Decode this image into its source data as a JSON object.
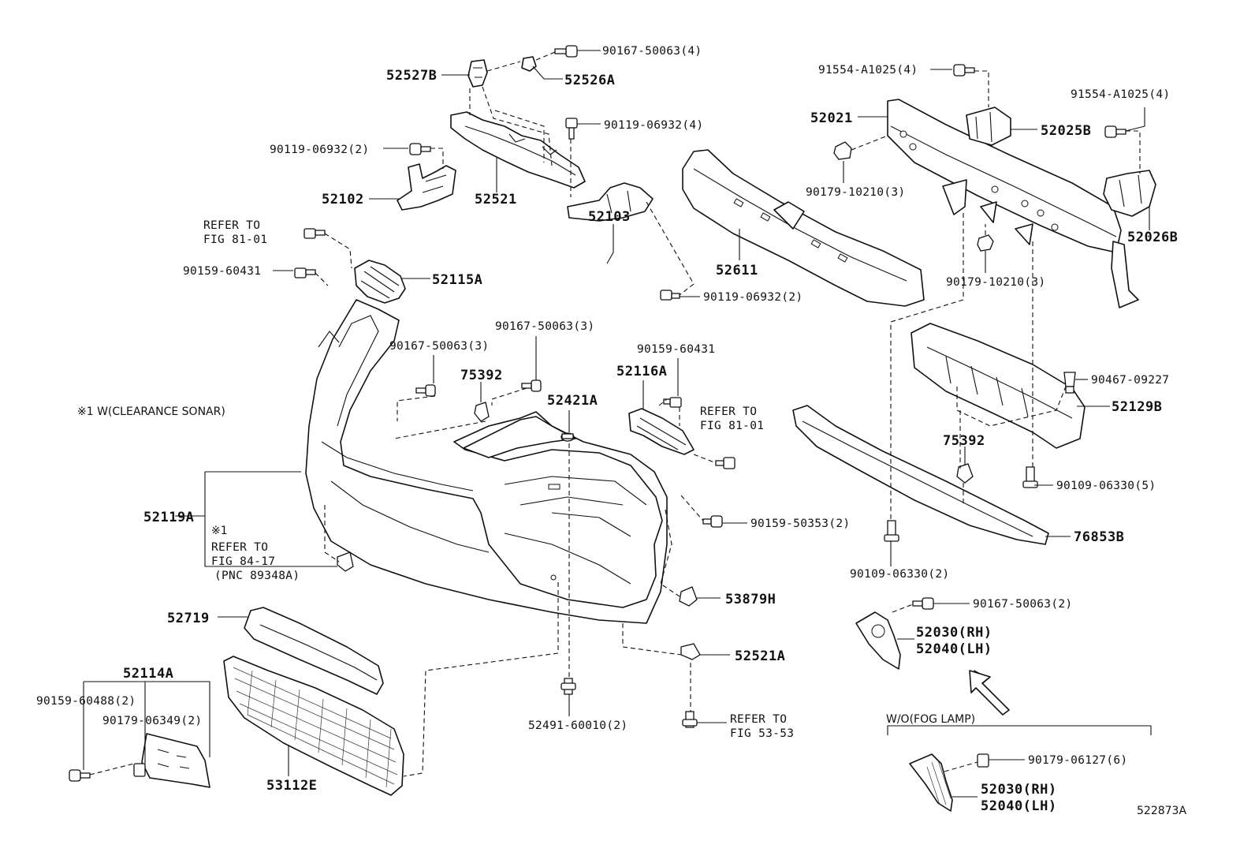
{
  "labels": {
    "p90167_50063_4": "90167-50063(4)",
    "p52527B": "52527B",
    "p52526A": "52526A",
    "p90119_06932_4": "90119-06932(4)",
    "p90119_06932_2a": "90119-06932(2)",
    "p52102": "52102",
    "p52521": "52521",
    "p52103": "52103",
    "p90119_06932_2b": "90119-06932(2)",
    "refer_81_01_a_l1": "REFER TO",
    "refer_81_01_a_l2": "FIG 81-01",
    "p90159_60431_a": "90159-60431",
    "p52115A": "52115A",
    "p91554_A1025_4a": "91554-A1025(4)",
    "p52021": "52021",
    "p52025B": "52025B",
    "p91554_A1025_4b": "91554-A1025(4)",
    "p90179_10210_3a": "90179-10210(3)",
    "p52611": "52611",
    "p52026B": "52026B",
    "p90179_10210_3b": "90179-10210(3)",
    "p90167_50063_3a": "90167-50063(3)",
    "p90167_50063_3b": "90167-50063(3)",
    "p75392a": "75392",
    "p52421A": "52421A",
    "p90159_60431_b": "90159-60431",
    "p52116A": "52116A",
    "refer_81_01_b_l1": "REFER TO",
    "refer_81_01_b_l2": "FIG 81-01",
    "p90467_09227": "90467-09227",
    "p52129B": "52129B",
    "note_sonar": "※1 W(CLEARANCE SONAR)",
    "p75392b": "75392",
    "p90109_06330_5": "90109-06330(5)",
    "p52119A": "52119A",
    "note_x1": "※1",
    "refer_84_17_l1": "REFER TO",
    "refer_84_17_l2": "FIG 84-17",
    "refer_84_17_l3": "(PNC 89348A)",
    "p90159_50353_2": "90159-50353(2)",
    "p76853B": "76853B",
    "p90109_06330_2": "90109-06330(2)",
    "p53879H": "53879H",
    "p52719": "52719",
    "p90167_50063_2": "90167-50063(2)",
    "p52030_rh_a": "52030(RH)",
    "p52040_lh_a": "52040(LH)",
    "p52114A": "52114A",
    "p52521A": "52521A",
    "p90159_60488_2": "90159-60488(2)",
    "p90179_06349_2": "90179-06349(2)",
    "p52491_60010_2": "52491-60010(2)",
    "refer_53_53_l1": "REFER TO",
    "refer_53_53_l2": "FIG 53-53",
    "p53112E": "53112E",
    "wo_fog_lamp": "W/O(FOG LAMP)",
    "p90179_06127_6": "90179-06127(6)",
    "p52030_rh_b": "52030(RH)",
    "p52040_lh_b": "52040(LH)",
    "diagram_id": "522873A"
  }
}
